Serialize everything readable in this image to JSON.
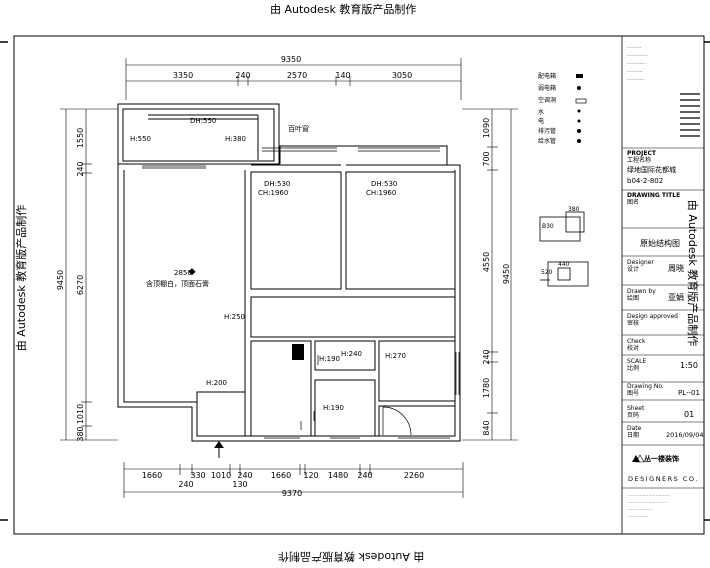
{
  "watermark": "由 Autodesk 教育版产品制作",
  "dims": {
    "top_total": "9350",
    "top": [
      "3350",
      "240",
      "2570",
      "140",
      "3050"
    ],
    "bottom": [
      "1660",
      "330",
      "1010",
      "240",
      "1660",
      "120",
      "1480",
      "240",
      "2260"
    ],
    "bottom_sub": [
      "240",
      "130"
    ],
    "bottom_total": "9370",
    "left": [
      "1550",
      "240",
      "6270",
      "1010",
      "380"
    ],
    "left_total": "9450",
    "right": [
      "1090",
      "700",
      "4550",
      "240",
      "1780",
      "840"
    ],
    "right_total": "9450"
  },
  "plan_labels": {
    "dh550": "DH:550",
    "h550": "H:550",
    "h380": "H:380",
    "window_note": "百叶窗",
    "dh530_a": "DH:530",
    "ch1960_a": "CH:1960",
    "dh530_b": "DH:530",
    "ch1960_b": "CH:1960",
    "room_height": "2850",
    "room_note": "含顶棚白，顶面石膏",
    "h250": "H:250",
    "h200": "H:200",
    "h240": "H:240",
    "h190": "H:190",
    "h270": "H:270",
    "h190b": "H:190"
  },
  "legend": [
    "配电箱",
    "弱电箱",
    "空调洞",
    "水",
    "电",
    "排污管",
    "给水管"
  ],
  "title_block": {
    "project_label": "PROJECT",
    "project_cn": "工程名称",
    "project_name": "绿地国际花都城",
    "unit": "b04-2-802",
    "drawing_title_label": "DRAWING TITLE",
    "drawing_title_cn": "图名",
    "drawing_title": "原始结构图",
    "designer_label": "Designer",
    "designer_cn": "设计",
    "designer": "周晓",
    "drawn_label": "Drawn by",
    "drawn_cn": "绘图",
    "drawn": "亚娟",
    "approved_label": "Design approved",
    "approved_cn": "审核",
    "check_label": "Check",
    "check_cn": "校对",
    "scale_label": "SCALE",
    "scale_cn": "比例",
    "scale": "1:50",
    "drawing_no_label": "Drawing No.",
    "drawing_no_cn": "图号",
    "drawing_no": "PL--01",
    "sheet_label": "Sheet",
    "sheet_cn": "页码",
    "sheet": "01",
    "date_label": "Date",
    "date_cn": "日期",
    "date": "2016/09/04",
    "company": "丛一楼装饰",
    "company_en": "DESIGNERS CO.",
    "detail_440": "440",
    "detail_520": "520",
    "detail_B30": "B30",
    "detail_380": "380"
  }
}
